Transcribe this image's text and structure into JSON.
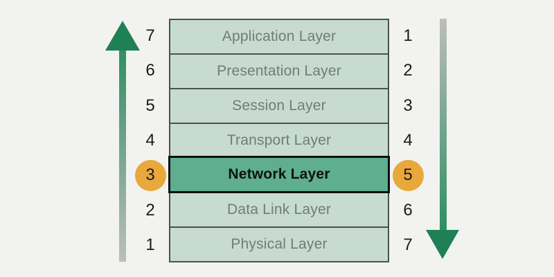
{
  "layers": [
    {
      "name": "Application Layer",
      "left_num": "7",
      "right_num": "1",
      "highlighted": false
    },
    {
      "name": "Presentation Layer",
      "left_num": "6",
      "right_num": "2",
      "highlighted": false
    },
    {
      "name": "Session Layer",
      "left_num": "5",
      "right_num": "3",
      "highlighted": false
    },
    {
      "name": "Transport Layer",
      "left_num": "4",
      "right_num": "4",
      "highlighted": false
    },
    {
      "name": "Network Layer",
      "left_num": "3",
      "right_num": "5",
      "highlighted": true
    },
    {
      "name": "Data Link Layer",
      "left_num": "2",
      "right_num": "6",
      "highlighted": false
    },
    {
      "name": "Physical Layer",
      "left_num": "1",
      "right_num": "7",
      "highlighted": false
    }
  ],
  "icons": {
    "left_arrow": "up-arrow-icon",
    "right_arrow": "down-arrow-icon"
  },
  "colors": {
    "background": "#f2f3f1",
    "row_fill": "#c7dbd0",
    "row_border": "#47534c",
    "row_text": "#6e7e76",
    "highlight_fill": "#5fae90",
    "highlight_border": "#0d0d0d",
    "highlight_text": "#101010",
    "badge_fill": "#e9a83c",
    "arrow_green": "#1f8056",
    "arrow_shaft_green": "#2e8e62",
    "arrow_gray": "#bcbebc",
    "number_text": "#1a1a1a"
  }
}
